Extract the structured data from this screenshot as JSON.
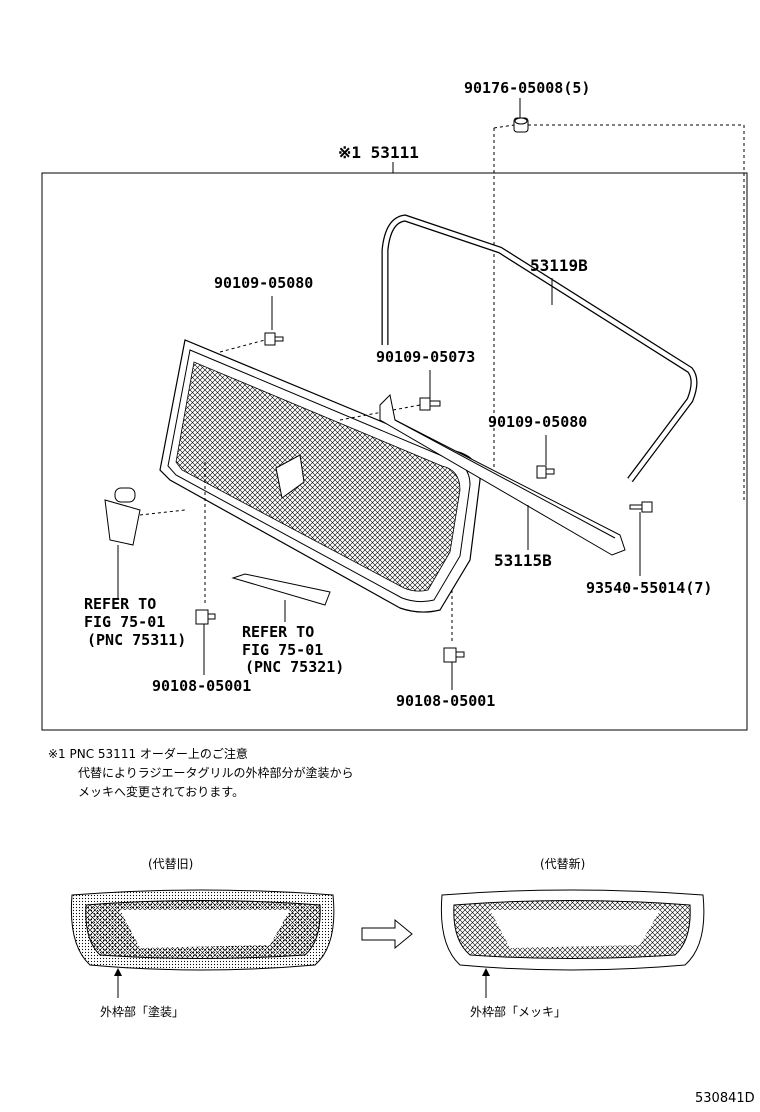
{
  "diagram_id": "530841D",
  "group_label": "※1 53111",
  "parts": {
    "bolt_top": "90176-05008(5)",
    "molding": "53119B",
    "clip_left": "90109-05080",
    "clip_mid": "90109-05073",
    "clip_right": "90109-05080",
    "bracket": "53115B",
    "screw": "93540-55014(7)",
    "nut_left": "90108-05001",
    "nut_right": "90108-05001"
  },
  "refs": {
    "emblem": {
      "line1": "REFER TO",
      "line2": "FIG 75-01",
      "line3": "(PNC 75311)"
    },
    "badge": {
      "line1": "REFER TO",
      "line2": "FIG 75-01",
      "line3": "(PNC 75321)"
    }
  },
  "note": {
    "line1": "※1 PNC 53111 オーダー上のご注意",
    "line2": "代替によりラジエータグリルの外枠部分が塗装から",
    "line3": "メッキへ変更されております。"
  },
  "compare": {
    "old_title": "(代替旧)",
    "new_title": "(代替新)",
    "old_label": "外枠部「塗装」",
    "new_label": "外枠部「メッキ」"
  }
}
